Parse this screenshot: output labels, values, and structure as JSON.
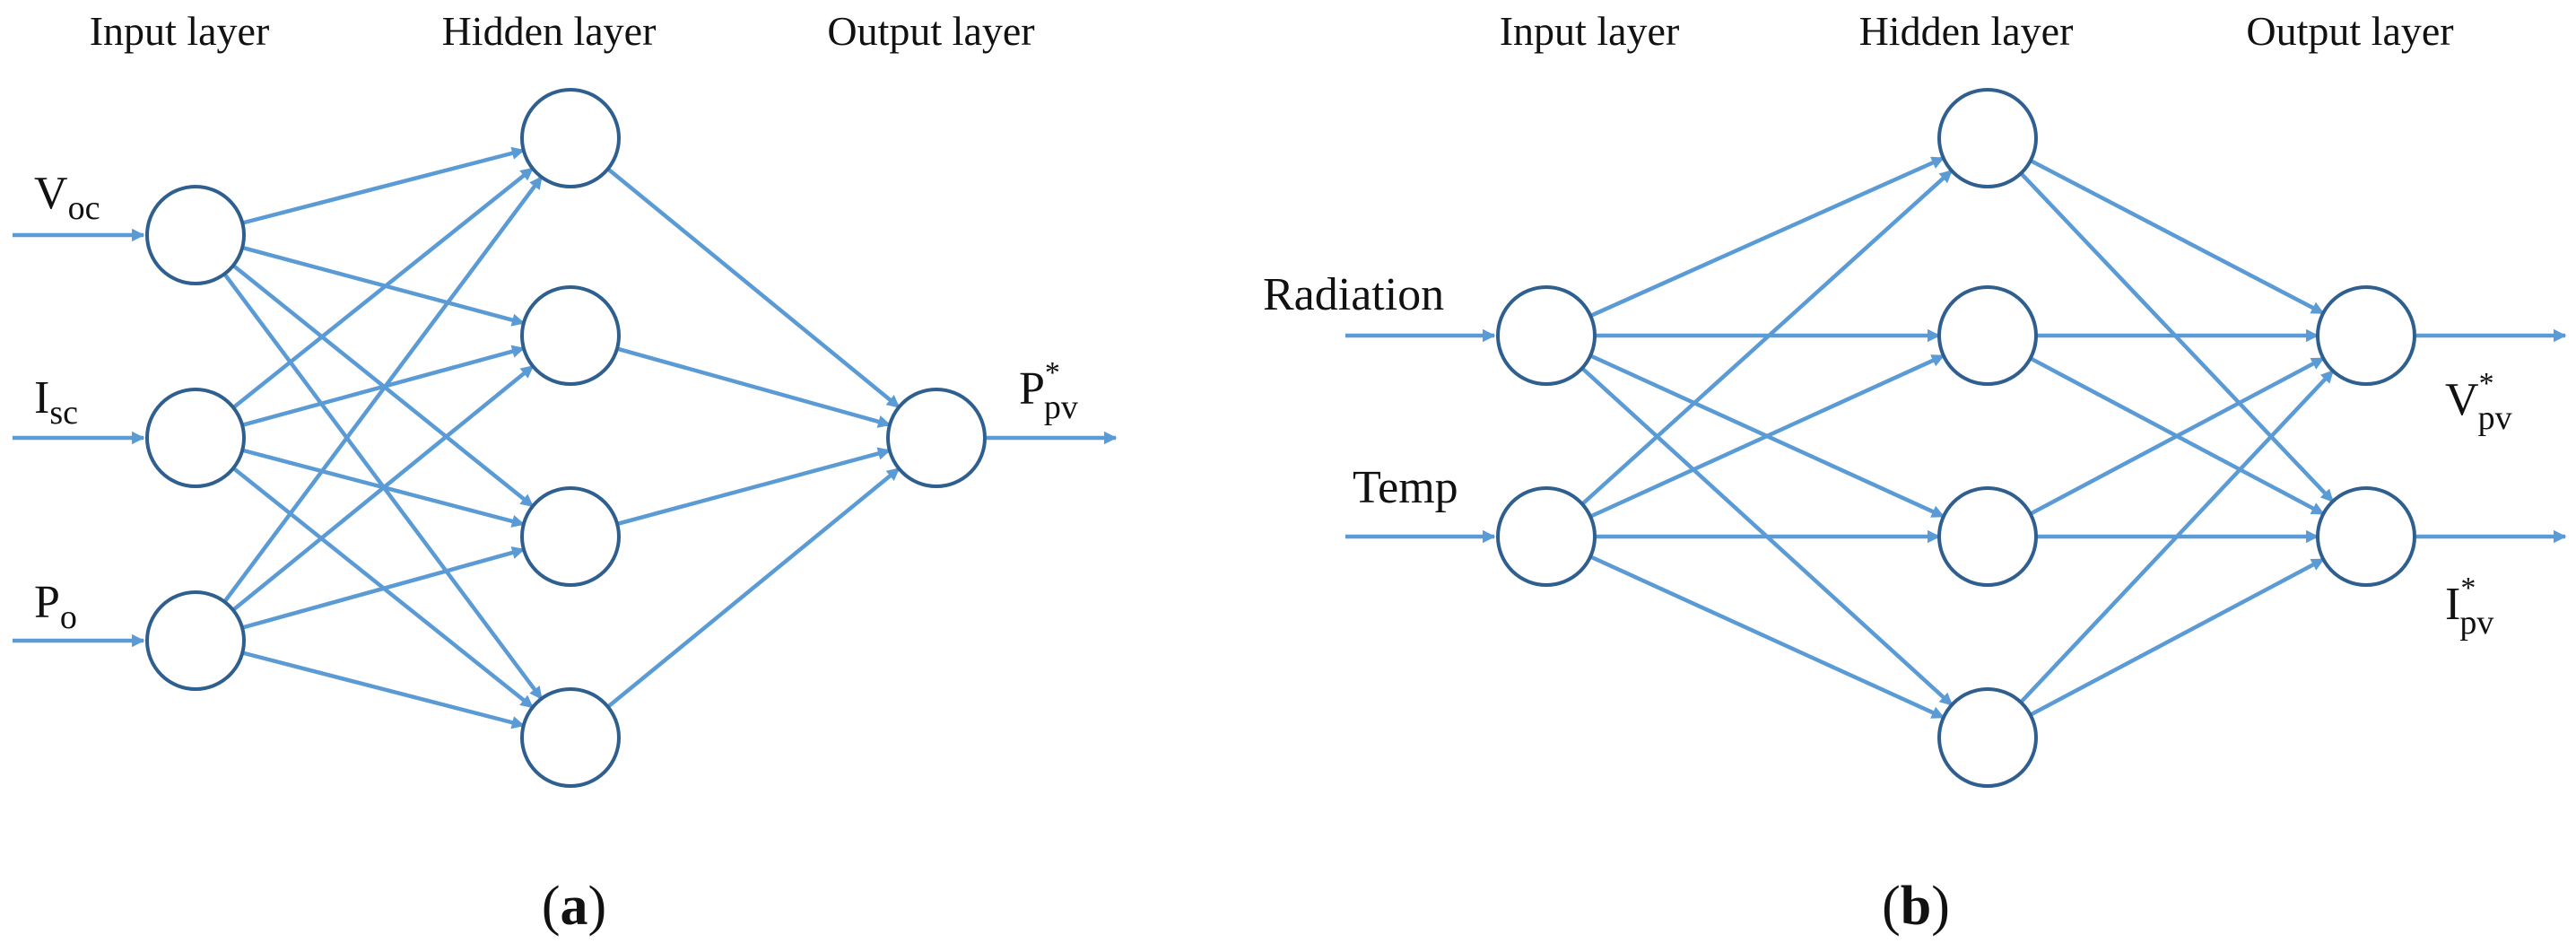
{
  "accent_color": "#5b9bd5",
  "panel_a": {
    "layer_titles": {
      "input": "Input layer",
      "hidden": "Hidden layer",
      "output": "Output layer"
    },
    "inputs": [
      {
        "main": "V",
        "sub": "oc",
        "sup": ""
      },
      {
        "main": "I",
        "sub": "sc",
        "sup": ""
      },
      {
        "main": "P",
        "sub": "o",
        "sup": ""
      }
    ],
    "outputs": [
      {
        "main": "P",
        "sub": "pv",
        "sup": "*"
      }
    ],
    "caption": {
      "open": "(",
      "letter": "a",
      "close": ")"
    }
  },
  "panel_b": {
    "layer_titles": {
      "input": "Input layer",
      "hidden": "Hidden layer",
      "output": "Output layer"
    },
    "inputs": [
      {
        "main": "Radiation",
        "sub": "",
        "sup": ""
      },
      {
        "main": "Temp",
        "sub": "",
        "sup": ""
      }
    ],
    "outputs": [
      {
        "main": "V",
        "sub": "pv",
        "sup": "*"
      },
      {
        "main": "I",
        "sub": "pv",
        "sup": "*"
      }
    ],
    "caption": {
      "open": "(",
      "letter": "b",
      "close": ")"
    }
  }
}
